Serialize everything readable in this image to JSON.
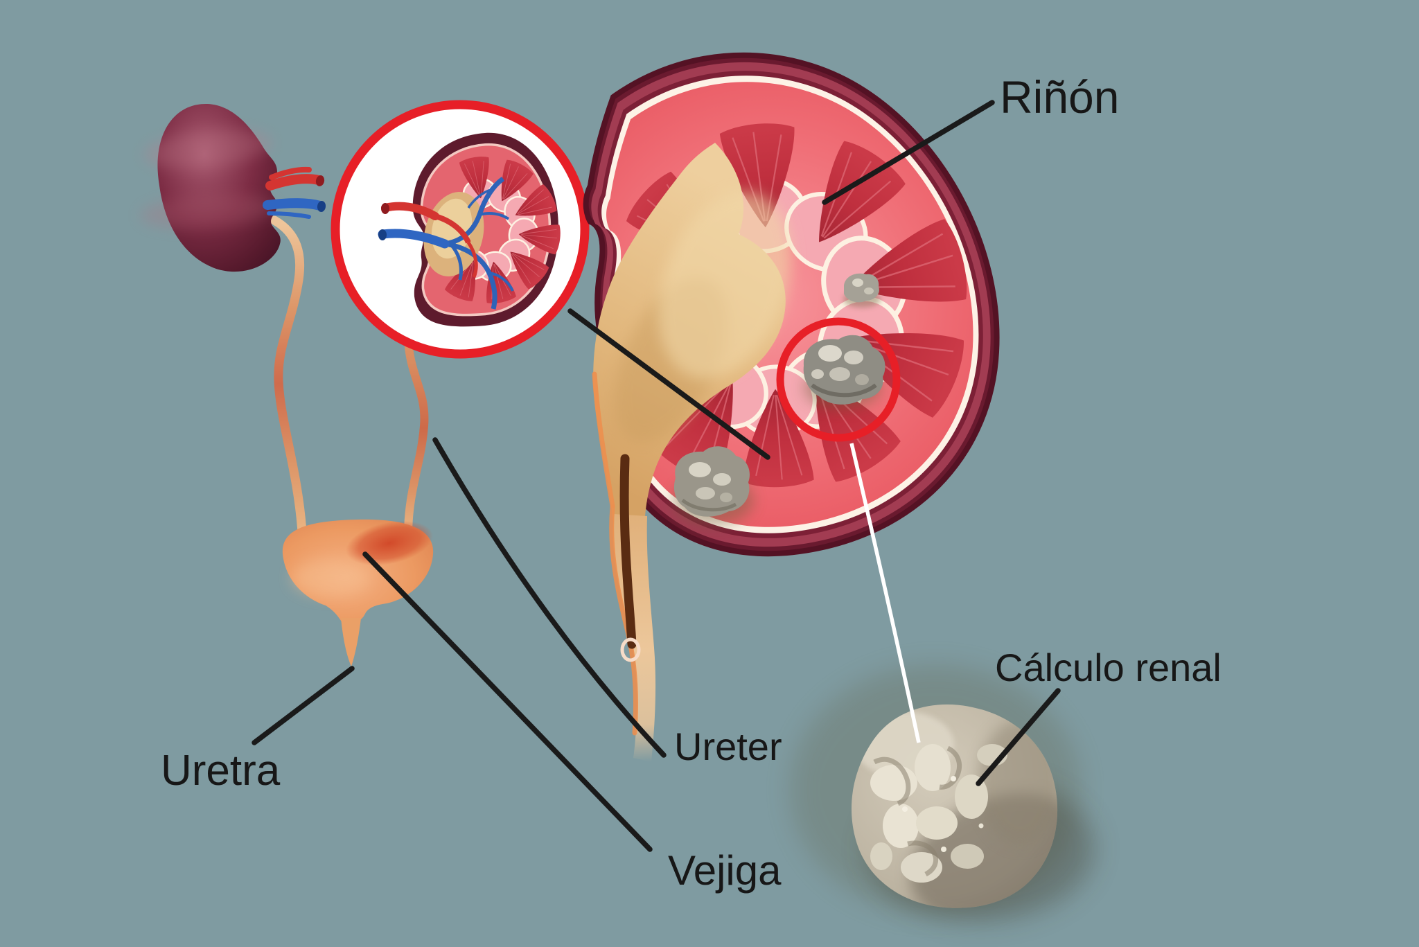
{
  "diagram": {
    "background_color": "#7f9ba1",
    "accent_red": "#e71f27",
    "pointer_line_color": "#1a1a1a",
    "magnifier_line_color": "#ffffff",
    "labels": {
      "kidney": "Riñón",
      "ureter": "Ureter",
      "urethra": "Uretra",
      "bladder": "Vejiga",
      "kidney_stone": "Cálculo renal"
    }
  }
}
